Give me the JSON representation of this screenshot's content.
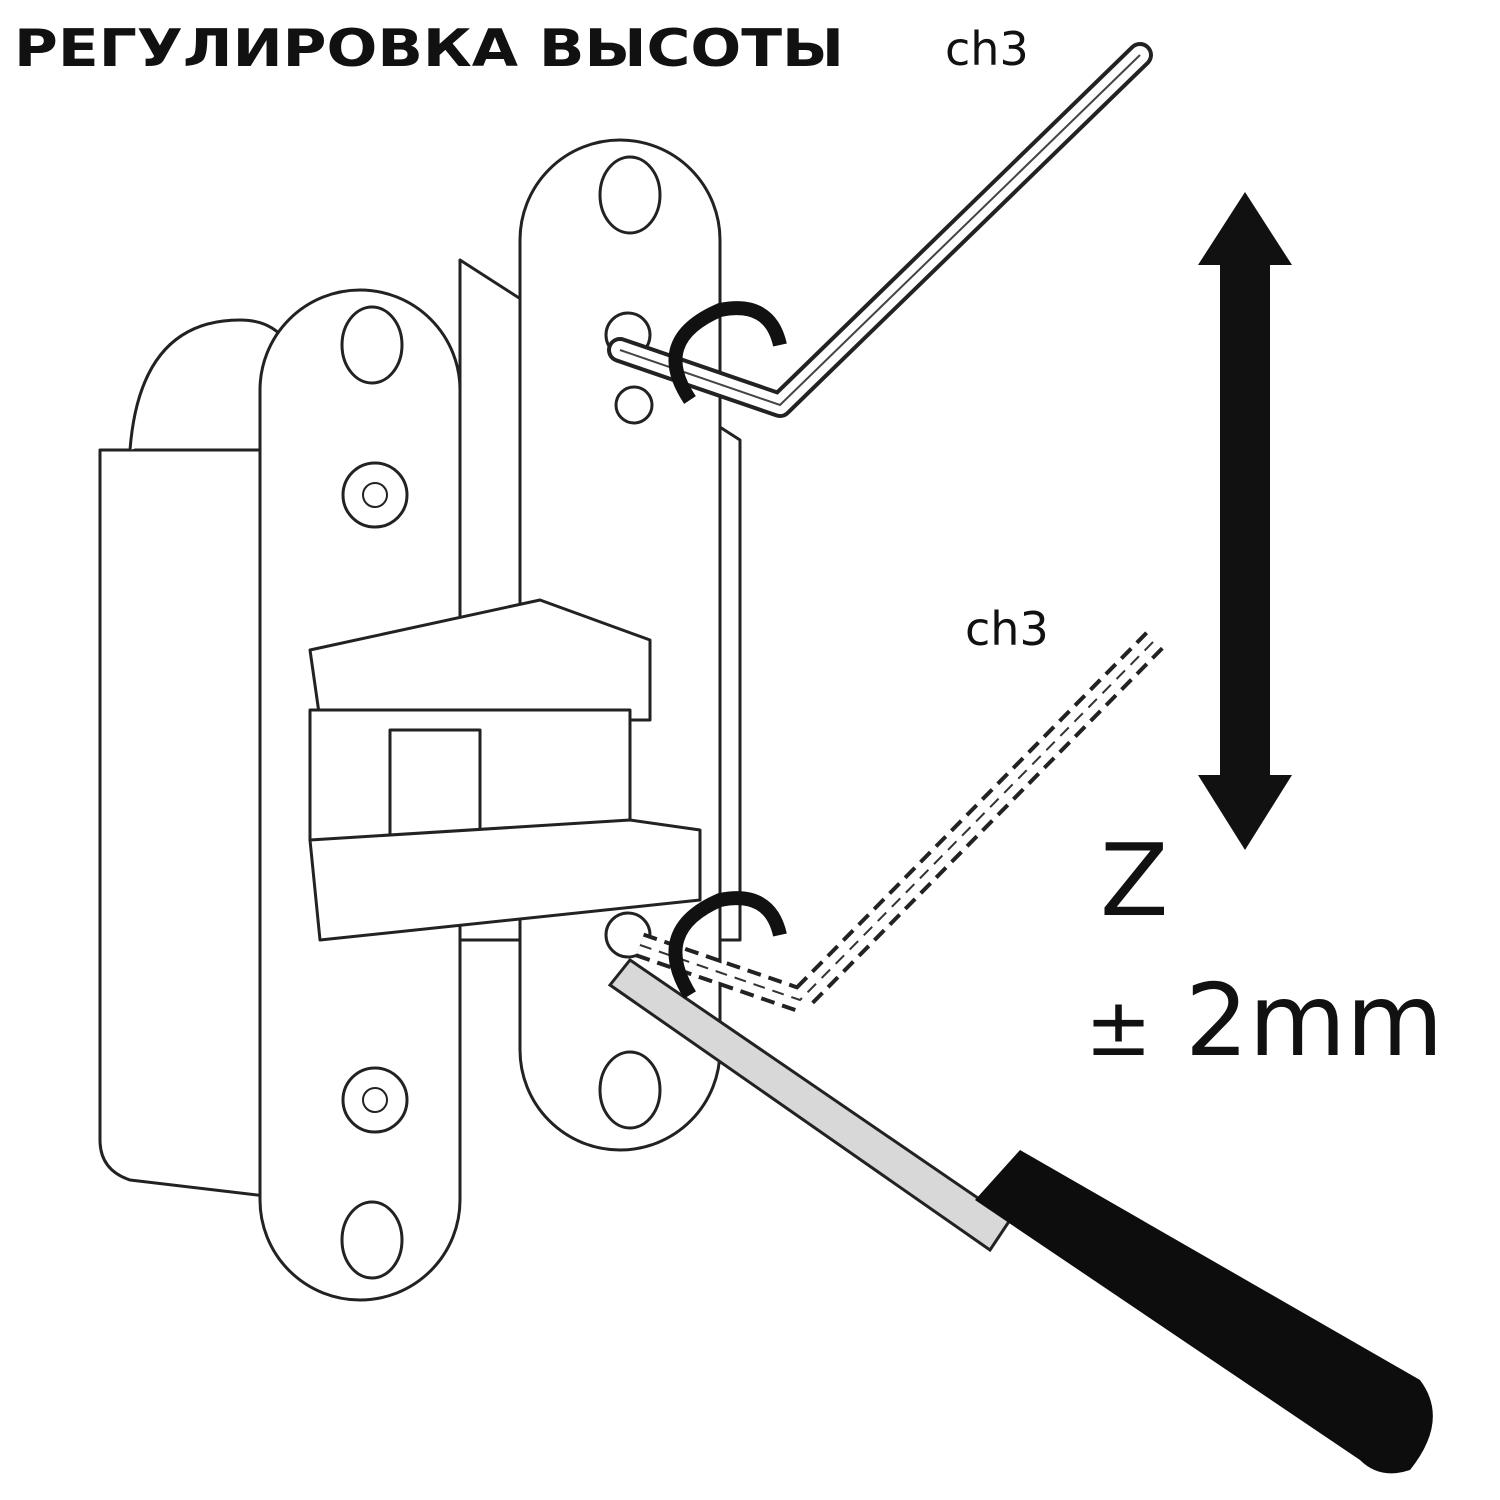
{
  "title": "РЕГУЛИРОВКА ВЫСОТЫ",
  "labels": {
    "tool_top": "ch3",
    "tool_bottom": "ch3",
    "axis": "Z",
    "plusminus": "±",
    "range": "2mm"
  },
  "colors": {
    "ink": "#111111",
    "background": "#ffffff",
    "handle": "#0d0d0d",
    "shaft": "#d8d8d8"
  }
}
